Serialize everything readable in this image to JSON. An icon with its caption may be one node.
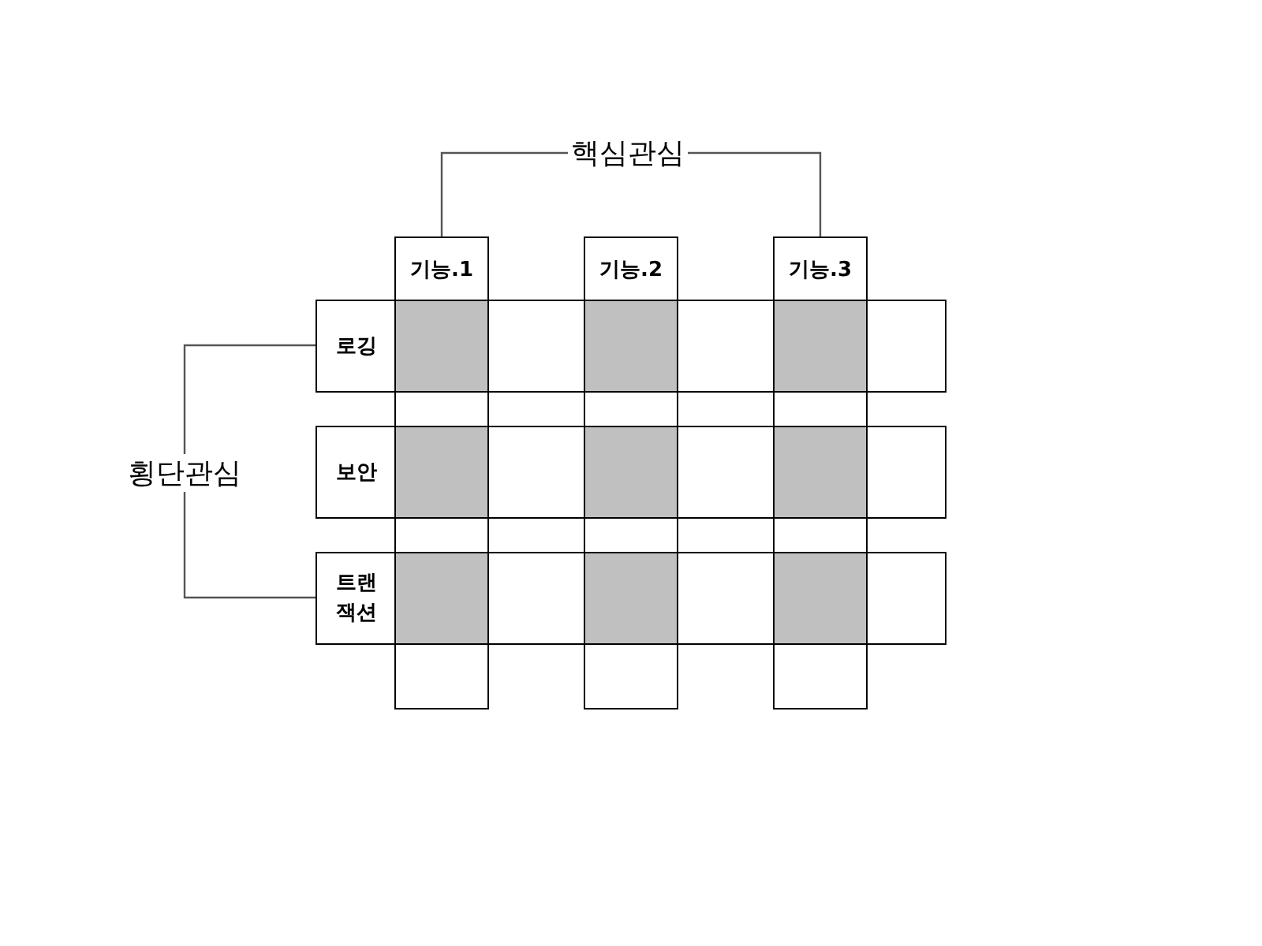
{
  "diagram": {
    "nodes": [
      {
        "text": [
          "핵심관심"
        ]
      },
      {
        "text": [
          "기능.1"
        ]
      },
      {
        "text": [
          "기능.2"
        ]
      },
      {
        "text": [
          "기능.3"
        ]
      },
      {
        "text": [
          "횡단관심"
        ]
      },
      {
        "text": [
          "로깅"
        ]
      },
      {
        "text": [
          "보안"
        ]
      },
      {
        "text": [
          "트랜잭션"
        ]
      }
    ],
    "edges": [
      {
        "from": 0,
        "to": 1,
        "arrow": "none"
      },
      {
        "from": 0,
        "to": 3,
        "arrow": "none"
      },
      {
        "from": 4,
        "to": 5,
        "arrow": "none"
      },
      {
        "from": 4,
        "to": 7,
        "arrow": "none"
      }
    ]
  }
}
